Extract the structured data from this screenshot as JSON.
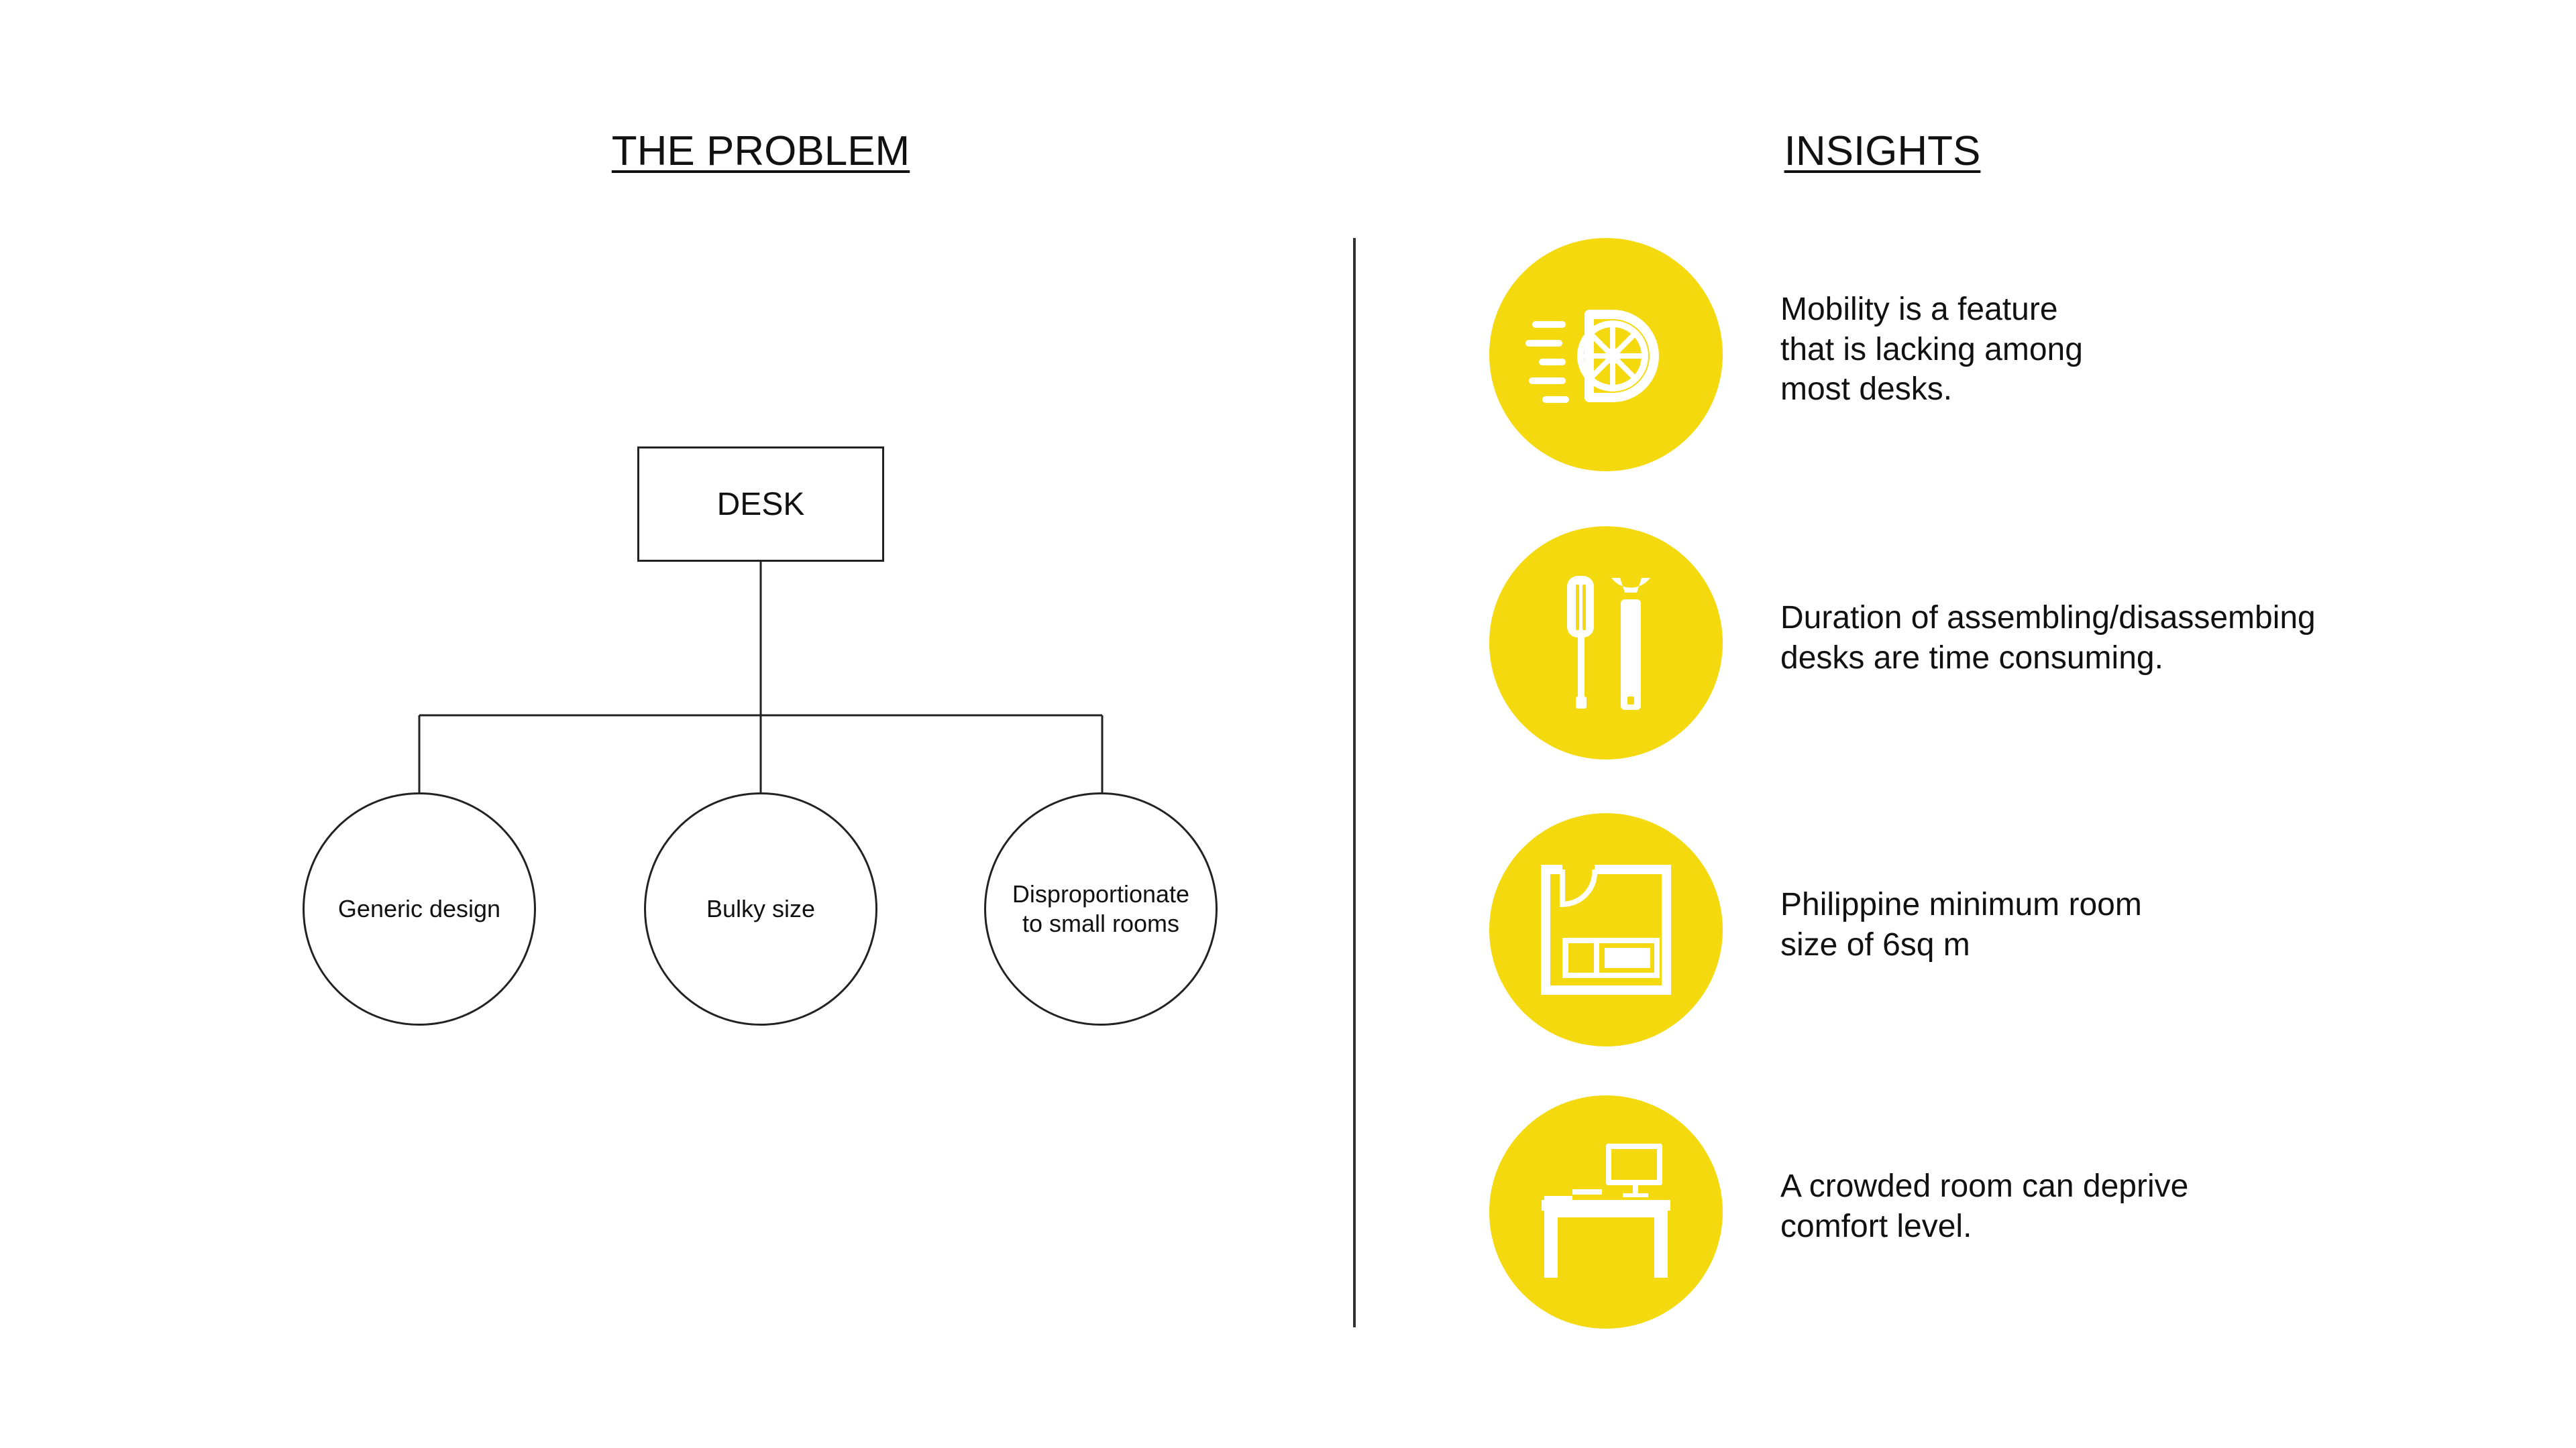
{
  "problem": {
    "title": "THE PROBLEM",
    "root": "DESK",
    "children": [
      "Generic design",
      "Bulky size",
      "Disproportionate\nto small rooms"
    ]
  },
  "insights": {
    "title": "INSIGHTS",
    "accent_color": "#f4d90e",
    "items": [
      {
        "icon": "wheel-icon",
        "text": "Mobility is a feature\nthat is lacking among\nmost desks."
      },
      {
        "icon": "tools-icon",
        "text": "Duration of assembling/disassembing\ndesks are time consuming."
      },
      {
        "icon": "floor-plan-icon",
        "text": "Philippine minimum room\nsize of 6sq m"
      },
      {
        "icon": "desk-icon",
        "text": "A crowded room can deprive\ncomfort level."
      }
    ]
  }
}
